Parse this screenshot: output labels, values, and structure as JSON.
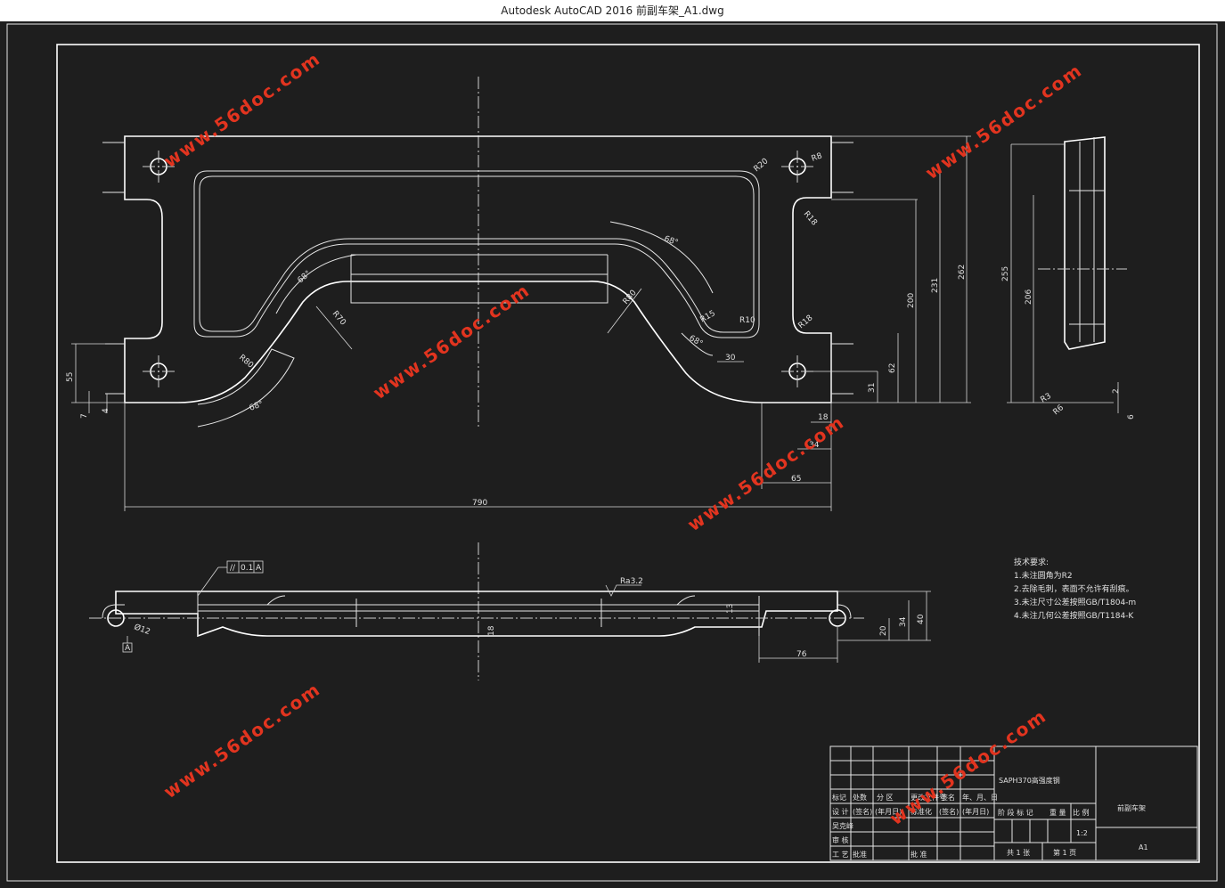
{
  "window": {
    "title": "Autodesk AutoCAD 2016     前副车架_A1.dwg"
  },
  "watermark": {
    "text": "www.56doc.com",
    "color": "#e2341f"
  },
  "drawing": {
    "radii": {
      "r20": "R20",
      "r8": "R8",
      "r18a": "R18",
      "r18b": "R18",
      "r10": "R10",
      "r15": "R15",
      "r80a": "R80",
      "r70": "R70",
      "r80b": "R80",
      "r3": "R3",
      "r6": "R6"
    },
    "angles": {
      "a1": "68°",
      "a2": "68°",
      "a3": "68°",
      "a4": "68°"
    },
    "dims": {
      "d790": "790",
      "d65": "65",
      "d34a": "34",
      "d18a": "18",
      "d30": "30",
      "d62": "62",
      "d31": "31",
      "d200": "200",
      "d231": "231",
      "d262": "262",
      "d55": "55",
      "d7": "7",
      "d4": "4",
      "d255": "255",
      "d206": "206",
      "d2": "2",
      "d6": "6",
      "d76": "76",
      "d40": "40",
      "d34b": "34",
      "d20": "20",
      "d18b": "18",
      "d13": "13",
      "dia12": "Ø12"
    },
    "tolerance": {
      "symbol": "//",
      "value": "0.1",
      "datum": "A"
    },
    "datum_label": "A",
    "roughness": "Ra3.2"
  },
  "notes": {
    "heading": "技术要求:",
    "items": [
      "1.未注圆角为R2",
      "2.去除毛刺，表面不允许有刮痕。",
      "3.未注尺寸公差按照GB/T1804-m",
      "4.未注几何公差按照GB/T1184-K"
    ]
  },
  "title_block": {
    "material": "SAPH370高强度钢",
    "part_name": "前副车架",
    "sheet_size": "A1",
    "scale": "1:2",
    "header_row": [
      "标记",
      "处数",
      "分 区",
      "更改文件号",
      "签名",
      "年、月、日"
    ],
    "design_row": [
      "设 计",
      "(签名)",
      "(年月日)",
      "标准化",
      "(签名)",
      "(年月日)"
    ],
    "designer": "吴克峰",
    "review": "审 核",
    "process": "工 艺",
    "approve": "批准",
    "approve2": "批 准",
    "stage_labels": [
      "阶 段 标 记",
      "重 量",
      "比 例"
    ],
    "sheets_total": "共 1 张",
    "sheet_no": "第 1 页"
  }
}
